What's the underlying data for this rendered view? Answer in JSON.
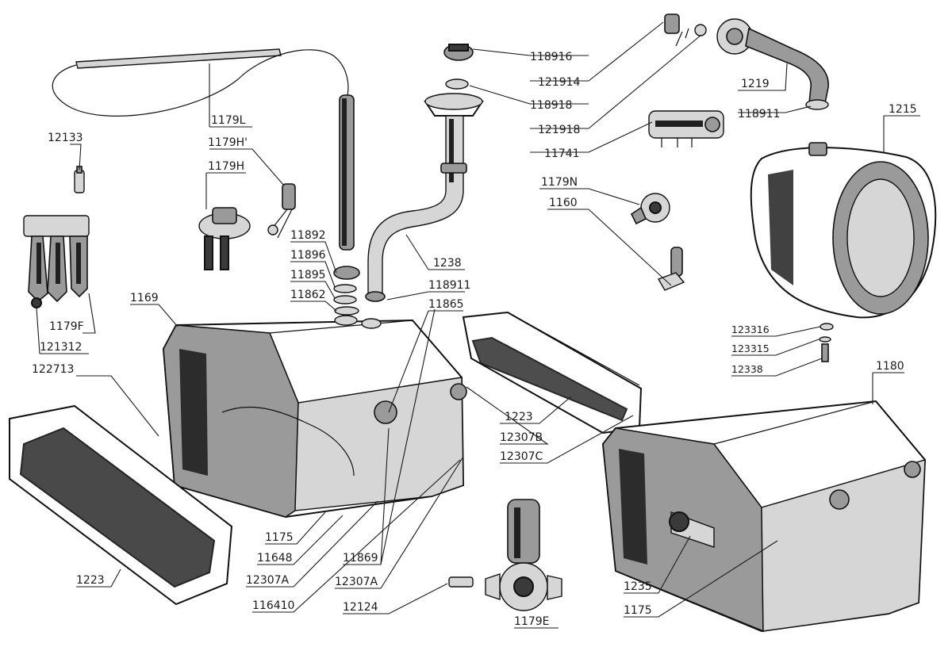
{
  "labels": {
    "l118916": "118916",
    "l121914": "121914",
    "l118918": "118918",
    "l121918": "121918",
    "l11741": "11741",
    "l1179N": "1179N",
    "l1160": "1160",
    "l1219": "1219",
    "l118911_top": "118911",
    "l1215": "1215",
    "l1179L": "1179L",
    "l1179Hp": "1179H'",
    "l1179H": "1179H",
    "l12133": "12133",
    "l11892": "11892",
    "l11896": "11896",
    "l11895": "11895",
    "l11862": "11862",
    "l1238": "1238",
    "l118911_mid": "118911",
    "l11865": "11865",
    "l1169": "1169",
    "l1179F": "1179F",
    "l121312": "121312",
    "l122713": "122713",
    "l123316": "123316",
    "l123315": "123315",
    "l12338": "12338",
    "l1180": "1180",
    "l1223_mid": "1223",
    "l12307B": "12307B",
    "l12307C": "12307C",
    "l1175_left": "1175",
    "l11648": "11648",
    "l12307A_left": "12307A",
    "l116410": "116410",
    "l11869": "11869",
    "l12307A_mid": "12307A",
    "l12124": "12124",
    "l1179E": "1179E",
    "l1223_left": "1223",
    "l1235": "1235",
    "l1175_right": "1175"
  },
  "colors": {
    "ink": "#111111",
    "paper": "#ffffff"
  }
}
